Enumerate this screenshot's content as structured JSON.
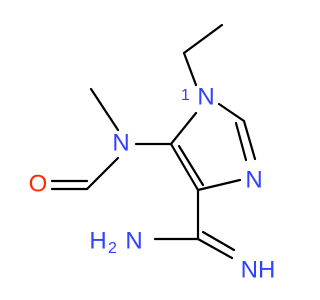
{
  "molecule": {
    "atoms": {
      "n1": "N",
      "n1_suffix": "1",
      "n3": "N",
      "n_methyl": "N",
      "o": "O",
      "nh2_main": "H",
      "nh2_sub": "2",
      "nh2_n": "N",
      "nh_imine": "NH"
    },
    "colors": {
      "nitrogen": "#2f42ff",
      "oxygen": "#ff2a00",
      "carbon_bonds": "#000000"
    }
  }
}
